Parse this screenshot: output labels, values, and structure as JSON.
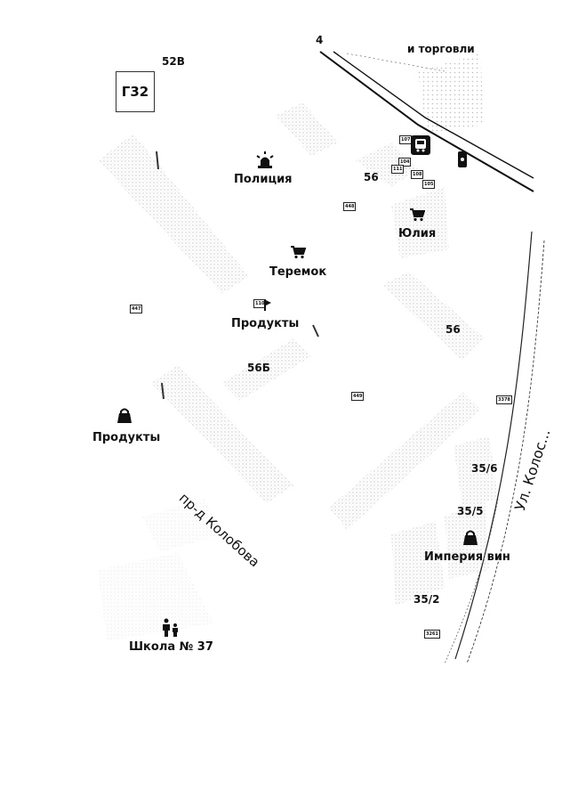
{
  "map": {
    "grid_cell": "Г32",
    "streets": {
      "proezd": "пр-д Колобова",
      "ulitsa": "Ул. Колос..."
    },
    "top_partial_label": "и торговли",
    "house_numbers": {
      "h4": "4",
      "h52v": "52В",
      "h56_top": "56",
      "h56_mid": "56",
      "h56b": "56Б",
      "h35_6": "35/6",
      "h35_5": "35/5",
      "h35_2": "35/2"
    },
    "pois": {
      "police": "Полиция",
      "yulia": "Юлия",
      "teremok": "Теремок",
      "produkty_center": "Продукты",
      "produkty_left": "Продукты",
      "imperia": "Империя вин",
      "school": "Школа № 37"
    },
    "route_numbers": {
      "r107": "107",
      "r104": "104",
      "r111": "111",
      "r108": "108",
      "r105": "105",
      "r448": "448",
      "r447": "447",
      "r110": "110",
      "r449": "449",
      "r3378": "3378",
      "r3261": "3261"
    },
    "icons": [
      "police-icon",
      "cart-icon",
      "cart-icon",
      "shop-bag-icon",
      "shop-bag-icon",
      "school-icon",
      "bus-stop-icon",
      "traffic-light-icon"
    ]
  }
}
